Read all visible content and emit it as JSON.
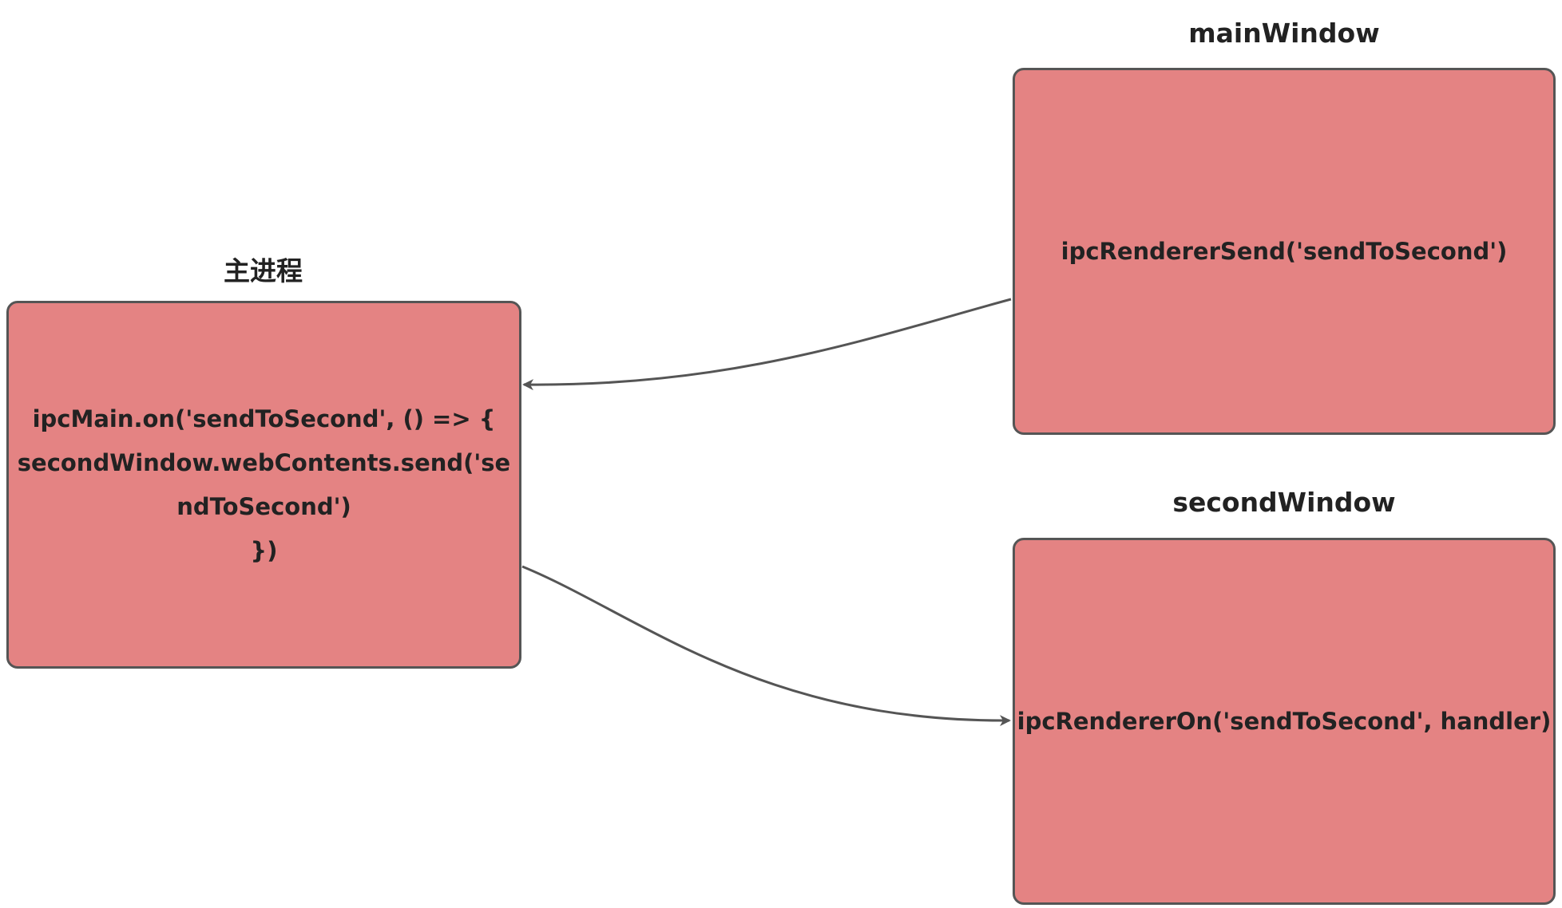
{
  "colors": {
    "box_fill": "#E48383",
    "box_border": "#555555",
    "connector": "#555555",
    "text": "#222222"
  },
  "main_process": {
    "title": "主进程",
    "code": "ipcMain.on('sendToSecond', () => {\nsecondWindow.webContents.send('sendToSecond')\n})"
  },
  "main_window": {
    "title": "mainWindow",
    "code": "ipcRendererSend('sendToSecond')"
  },
  "second_window": {
    "title": "secondWindow",
    "code": "ipcRendererOn('sendToSecond', handler)"
  }
}
